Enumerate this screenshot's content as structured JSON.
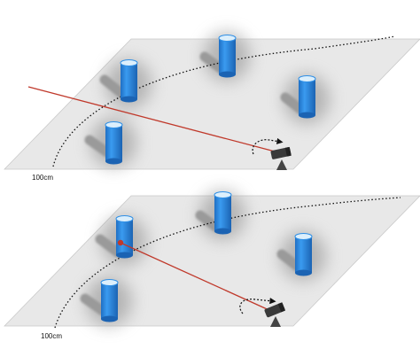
{
  "colors": {
    "plane": "#e7e7e7",
    "plane_edge": "#9a9a9a",
    "cylinder": "#2f8fe6",
    "cylinder_dark": "#1f6fc4",
    "cylinder_top": "#dceffc",
    "shadow": "#9e9e9e",
    "laser": "#c0392b",
    "arc": "#111111",
    "sensor": "#3a3a3a"
  },
  "panels": [
    {
      "name": "top",
      "range_label": "100cm",
      "laser_hit": false
    },
    {
      "name": "bottom",
      "range_label": "100cm",
      "laser_hit": true
    }
  ],
  "icons": {
    "sensor": "lidar-sensor-icon",
    "rotation": "rotation-arrow-icon",
    "obstacle": "cylinder-obstacle-icon"
  }
}
